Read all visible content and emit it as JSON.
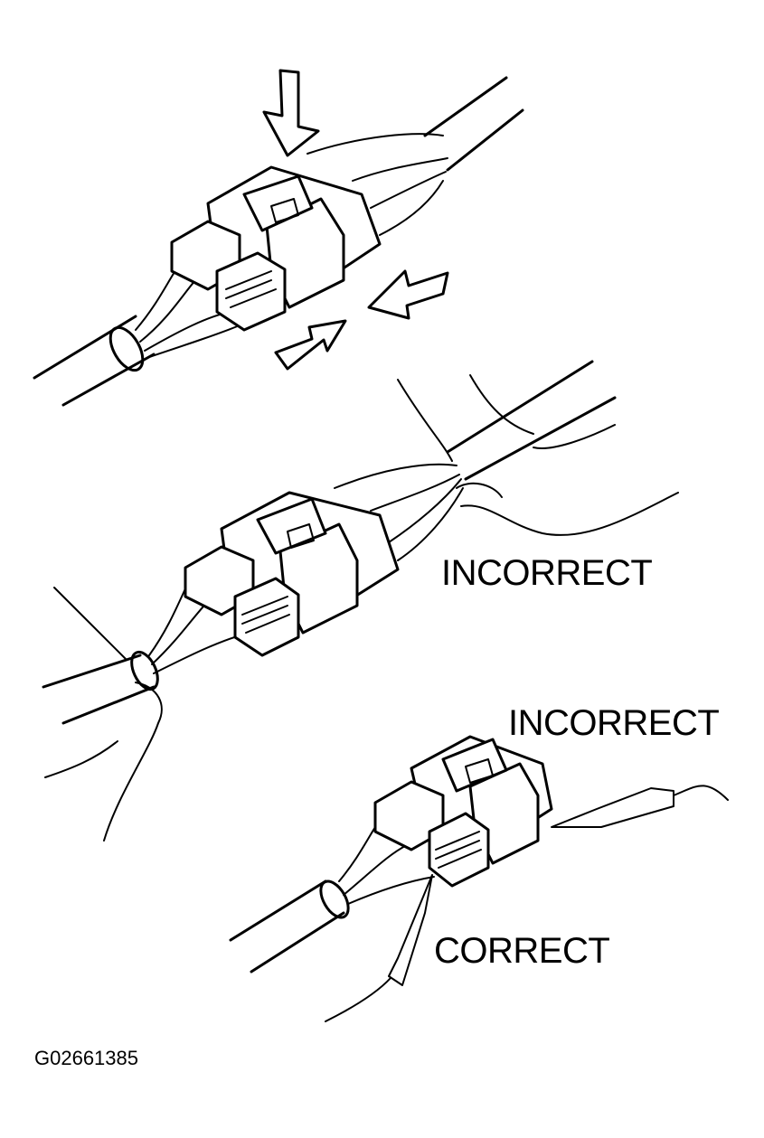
{
  "labels": {
    "incorrect_top": "INCORRECT",
    "incorrect_bottom": "INCORRECT",
    "correct": "CORRECT",
    "figure_id": "G02661385"
  },
  "colors": {
    "ink": "#000000",
    "paper": "#ffffff"
  }
}
